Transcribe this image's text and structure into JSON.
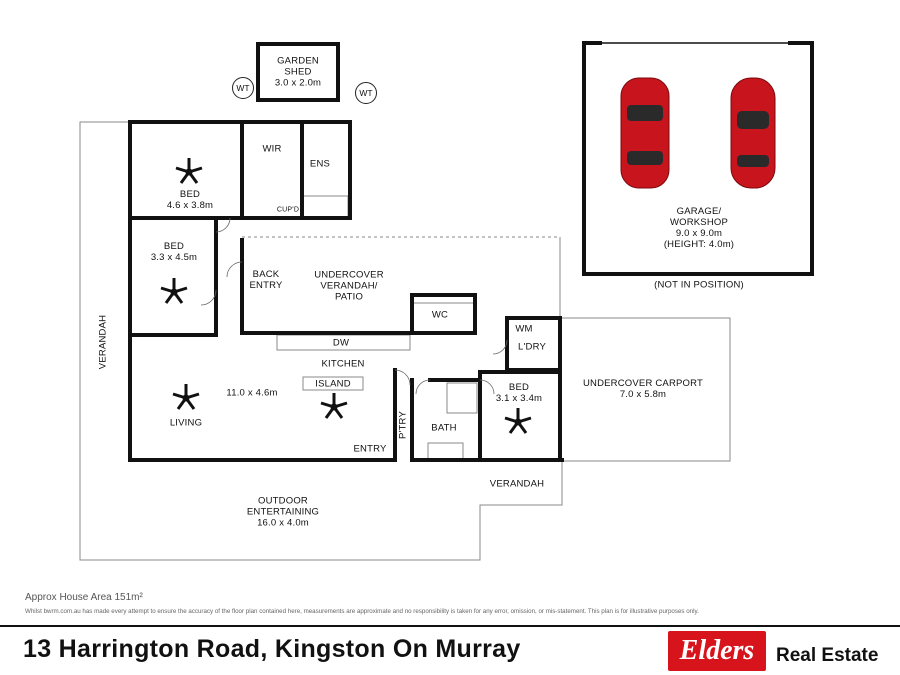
{
  "rooms": {
    "garden_shed": [
      "GARDEN",
      "SHED",
      "3.0 x 2.0m"
    ],
    "wt": "WT",
    "wir": "WIR",
    "ens": "ENS",
    "cupd": "CUP'D",
    "bed1": [
      "BED",
      "4.6 x 3.8m"
    ],
    "bed2": [
      "BED",
      "3.3 x 4.5m"
    ],
    "back_entry": [
      "BACK",
      "ENTRY"
    ],
    "undercover_verandah": [
      "UNDERCOVER",
      "VERANDAH/",
      "PATIO"
    ],
    "wc": "WC",
    "wm": "WM",
    "ldry": "L'DRY",
    "dw": "DW",
    "kitchen": "KITCHEN",
    "island": "ISLAND",
    "living_size": "11.0 x 4.6m",
    "living": "LIVING",
    "entry": "ENTRY",
    "ptry": "P'TRY",
    "bath": "BATH",
    "bed3": [
      "BED",
      "3.1 x 3.4m"
    ],
    "verandah_side": "VERANDAH",
    "verandah_front": "VERANDAH",
    "outdoor": [
      "OUTDOOR",
      "ENTERTAINING",
      "16.0 x 4.0m"
    ],
    "garage": [
      "GARAGE/",
      "WORKSHOP",
      "9.0 x 9.0m",
      "(HEIGHT: 4.0m)"
    ],
    "not_in_position": "(NOT IN POSITION)",
    "carport": [
      "UNDERCOVER CARPORT",
      "7.0 x 5.8m"
    ]
  },
  "footer": {
    "area": "Approx House Area 151m²",
    "disclaimer": "Whilst bwrm.com.au has made every attempt to ensure the accuracy of the floor plan contained here, measurements are approximate and no responsibility is taken for any error, omission, or mis-statement. This plan is for illustrative purposes only.",
    "address": "13 Harrington Road, Kingston On Murray",
    "brand_logo": "Elders",
    "brand_suffix": "Real Estate"
  },
  "colors": {
    "wall": "#111111",
    "thin_line": "#888888",
    "car": "#c8141c",
    "brand": "#d7141c"
  }
}
